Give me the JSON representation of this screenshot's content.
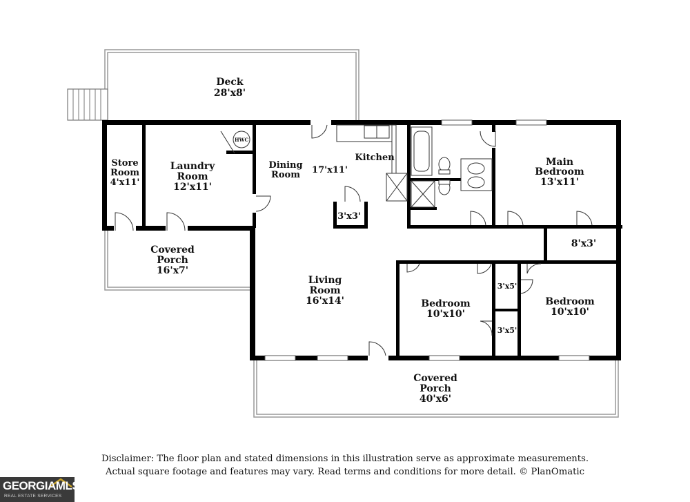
{
  "rooms": {
    "deck": {
      "name": "Deck",
      "dim": "28'x8'"
    },
    "store_room": {
      "name1": "Store",
      "name2": "Room",
      "dim": "4'x11'"
    },
    "laundry_room": {
      "name1": "Laundry",
      "name2": "Room",
      "dim": "12'x11'"
    },
    "hwc": "HWC",
    "dining_room": {
      "name1": "Dining",
      "name2": "Room"
    },
    "kitchen": {
      "name": "Kitchen",
      "dim": "17'x11'"
    },
    "closet_kitchen": {
      "dim": "3'x3'"
    },
    "main_bedroom": {
      "name1": "Main",
      "name2": "Bedroom",
      "dim": "13'x11'"
    },
    "closet_main": {
      "dim": "8'x3'"
    },
    "covered_porch_left": {
      "name1": "Covered",
      "name2": "Porch",
      "dim": "16'x7'"
    },
    "living_room": {
      "name1": "Living",
      "name2": "Room",
      "dim": "16'x14'"
    },
    "bedroom_1": {
      "name": "Bedroom",
      "dim": "10'x10'"
    },
    "closet_upper": {
      "dim": "3'x5'"
    },
    "closet_lower": {
      "dim": "3'x5'"
    },
    "bedroom_2": {
      "name": "Bedroom",
      "dim": "10'x10'"
    },
    "covered_porch_front": {
      "name1": "Covered",
      "name2": "Porch",
      "dim": "40'x6'"
    }
  },
  "disclaimer": {
    "line1": "Disclaimer: The floor plan and stated dimensions in this illustration serve as approximate measurements.",
    "line2": "Actual square footage and features may vary. Read terms and conditions for more detail. © PlanOmatic"
  },
  "logo": {
    "main": "GEORGIAMLS",
    "sub": "REAL ESTATE SERVICES"
  }
}
